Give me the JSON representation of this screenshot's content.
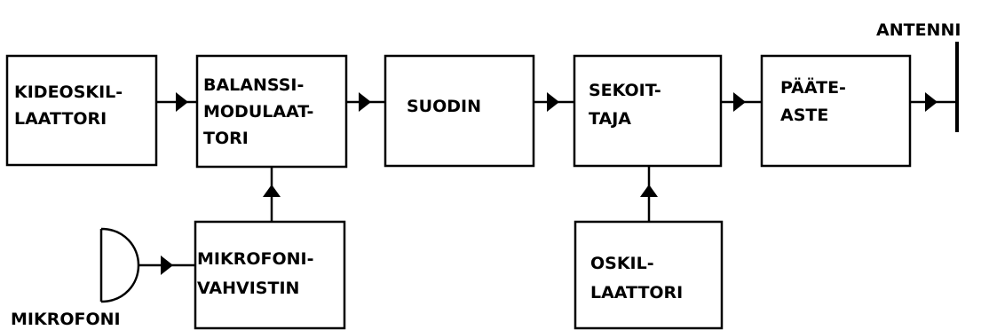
{
  "diagram": {
    "blocks": {
      "kideoskillaattori": [
        "KIDEOSKIL-",
        "LAATTORI"
      ],
      "balanssimodulaattori": [
        "BALANSSI-",
        "MODULAAT-",
        "TORI"
      ],
      "suodin": [
        "SUODIN"
      ],
      "sekoittaja": [
        "SEKOIT-",
        "TAJA"
      ],
      "paateaste": [
        "PÄÄTE-",
        "ASTE"
      ],
      "mikrofonivahvistin": [
        "MIKROFONI-",
        "VAHVISTIN"
      ],
      "oskillaattori": [
        "OSKIL-",
        "LAATTORI"
      ]
    },
    "labels": {
      "antenni": "ANTENNI",
      "mikrofoni": "MIKROFONI"
    },
    "colors": {
      "line": "#000000",
      "background": "#ffffff"
    }
  }
}
